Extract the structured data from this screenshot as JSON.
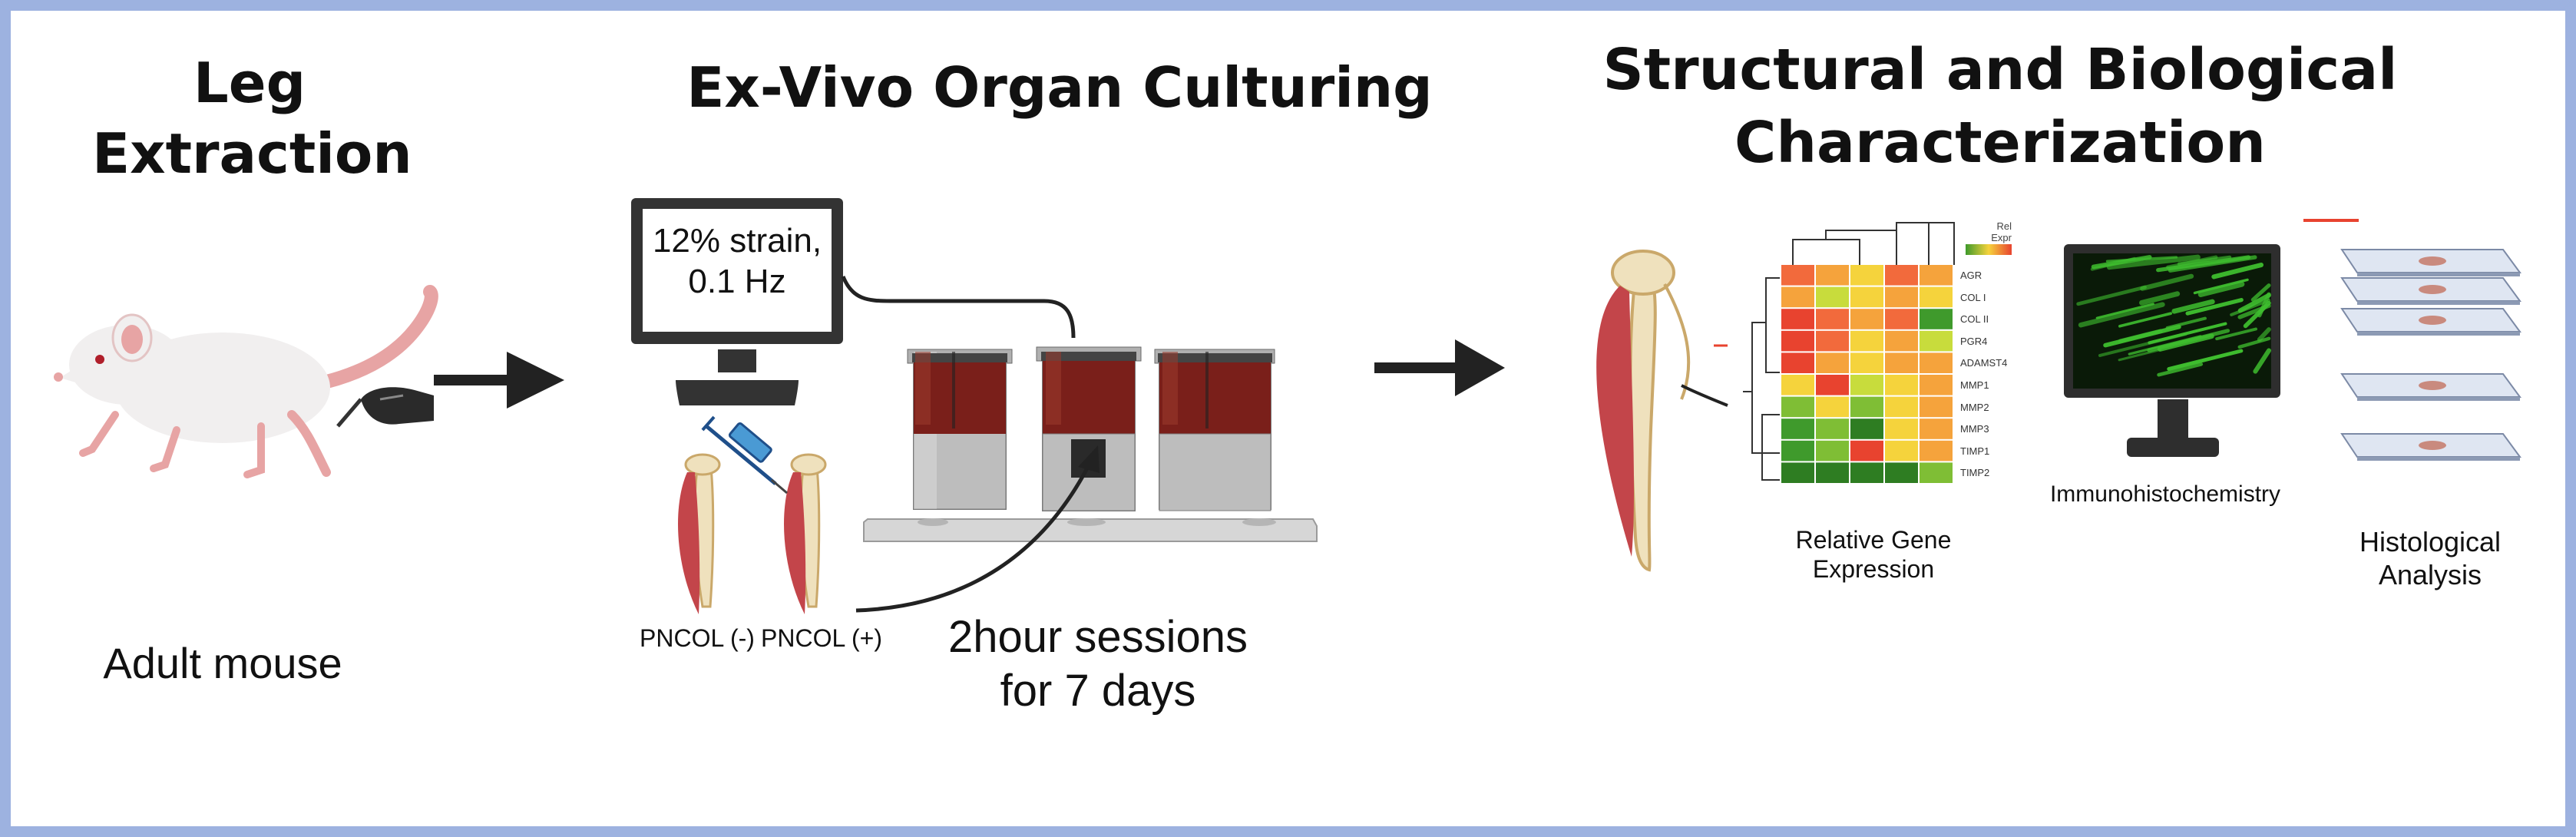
{
  "steps": {
    "extraction": {
      "title": "Leg\nExtraction",
      "subject": "Adult mouse"
    },
    "culturing": {
      "title": "Ex-Vivo Organ Culturing",
      "monitor_text": "12% strain,\n0.1 Hz",
      "pncol_neg": "PNCOL (-)",
      "pncol_pos": "PNCOL (+)",
      "sessions": "2hour sessions\nfor 7 days"
    },
    "characterization": {
      "title": "Structural and Biological\nCharacterization",
      "gene_label": "Relative Gene\nExpression",
      "ihc_label": "Immunohistochemistry",
      "histo_label": "Histological\nAnalysis"
    }
  },
  "heatmap": {
    "legend_title": "Rel\nExpr",
    "genes": [
      "AGR",
      "COL I",
      "COL II",
      "PGR4",
      "ADAMST4",
      "MMP1",
      "MMP2",
      "MMP3",
      "TIMP1",
      "TIMP2"
    ],
    "cells": [
      [
        "#f26a3c",
        "#f5a33c",
        "#f5d33c",
        "#f26a3c",
        "#f5a33c"
      ],
      [
        "#f5a33c",
        "#c8dc3c",
        "#f5d33c",
        "#f5a33c",
        "#f5d33c"
      ],
      [
        "#e8432f",
        "#f26a3c",
        "#f5a33c",
        "#f26a3c",
        "#3f9a2c"
      ],
      [
        "#e8432f",
        "#f26a3c",
        "#f5d33c",
        "#f5a33c",
        "#c8dc3c"
      ],
      [
        "#e8432f",
        "#f5a33c",
        "#f5d33c",
        "#f5a33c",
        "#f5a33c"
      ],
      [
        "#f5d33c",
        "#e8432f",
        "#c8dc3c",
        "#f5d33c",
        "#f5a33c"
      ],
      [
        "#7fbe35",
        "#f5d33c",
        "#7fbe35",
        "#f5d33c",
        "#f5a33c"
      ],
      [
        "#3f9a2c",
        "#7fbe35",
        "#2e7d22",
        "#f5d33c",
        "#f5a33c"
      ],
      [
        "#3f9a2c",
        "#7fbe35",
        "#e8432f",
        "#f5d33c",
        "#f5a33c"
      ],
      [
        "#2e7d22",
        "#2e7d22",
        "#2e7d22",
        "#2e7d22",
        "#7fbe35"
      ]
    ]
  },
  "colors": {
    "border": "#9db2e0",
    "arrow": "#222222",
    "muscle": "#c3454a",
    "bone": "#efe1bd",
    "culture_medium": "#7a1f1a",
    "ihc_fluor": "#3fbf2f"
  }
}
